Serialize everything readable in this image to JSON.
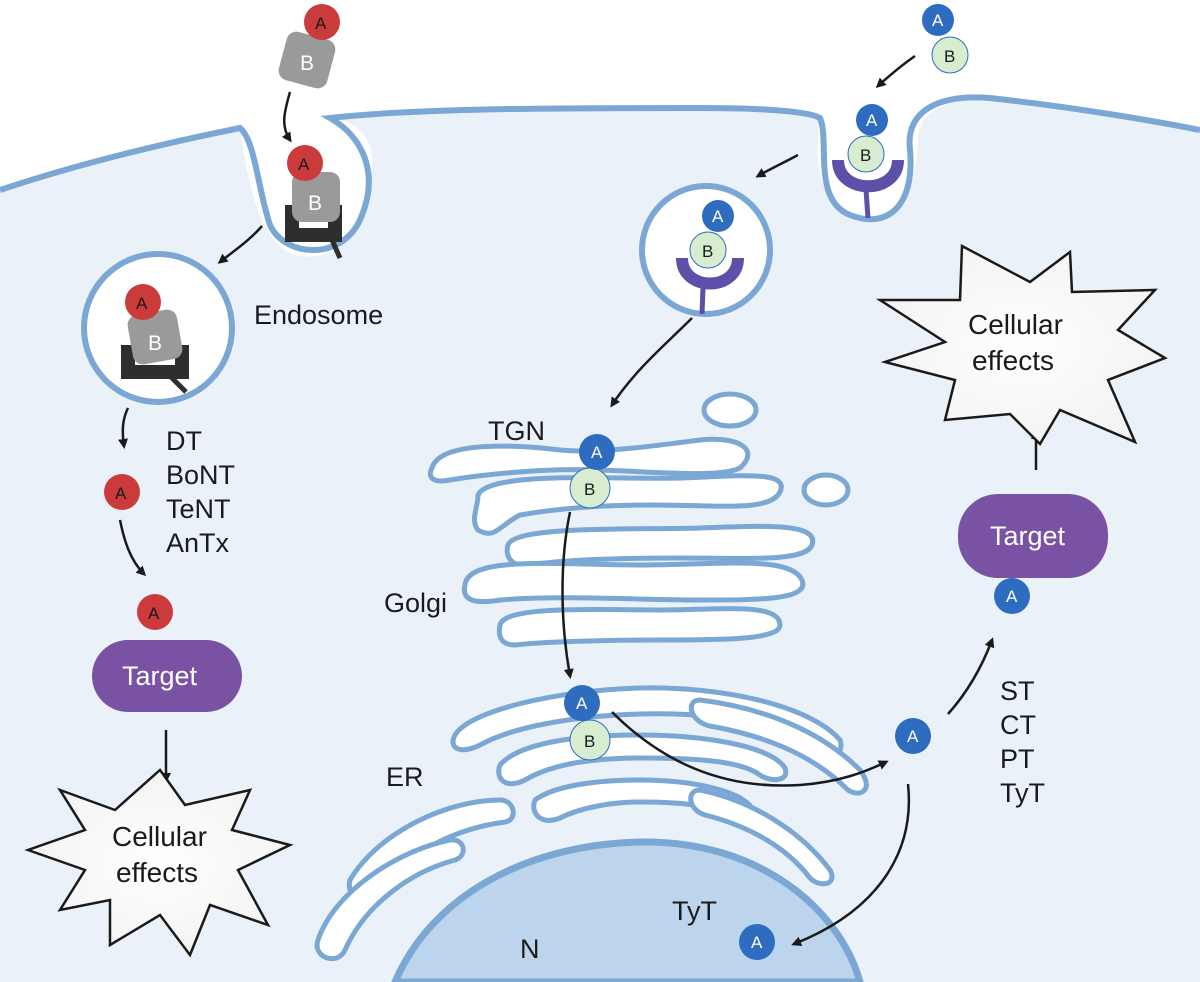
{
  "labels": {
    "endosome": "Endosome",
    "tgn": "TGN",
    "golgi": "Golgi",
    "er": "ER",
    "nucleus": "N",
    "tyt_nucleus": "TyT"
  },
  "toxins_left": [
    "DT",
    "BoNT",
    "TeNT",
    "AnTx"
  ],
  "toxins_right": [
    "ST",
    "CT",
    "PT",
    "TyT"
  ],
  "subunits": {
    "a": "A",
    "b": "B"
  },
  "target_label": "Target",
  "effects": {
    "line1": "Cellular",
    "line2": "effects"
  },
  "colors": {
    "membrane": "#7ba7d4",
    "cytoplasm": "#eaf1f9",
    "nucleus": "#bcd5ec",
    "subunit_a_red": "#cc3b3b",
    "subunit_a_blue": "#2e6cc0",
    "subunit_b_gray": "#9a9a9a",
    "subunit_b_green": "#d8edd0",
    "receptor_dark": "#2e2e2e",
    "receptor_purple": "#5c50a8",
    "target": "#7a52a4"
  }
}
